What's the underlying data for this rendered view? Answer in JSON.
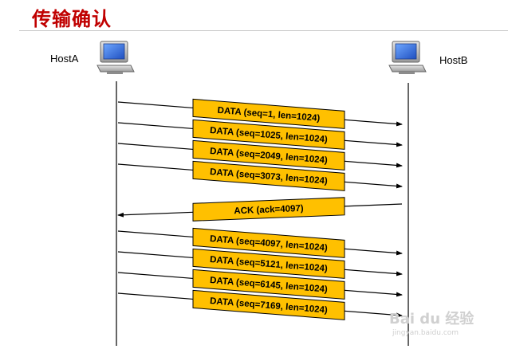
{
  "title": "传输确认",
  "hosts": {
    "a_label": "HostA",
    "b_label": "HostB"
  },
  "messages": [
    {
      "label": "DATA (seq=1, len=1024)",
      "direction": "A-to-B"
    },
    {
      "label": "DATA (seq=1025, len=1024)",
      "direction": "A-to-B"
    },
    {
      "label": "DATA (seq=2049, len=1024)",
      "direction": "A-to-B"
    },
    {
      "label": "DATA (seq=3073, len=1024)",
      "direction": "A-to-B"
    },
    {
      "label": "ACK (ack=4097)",
      "direction": "B-to-A"
    },
    {
      "label": "DATA (seq=4097, len=1024)",
      "direction": "A-to-B"
    },
    {
      "label": "DATA (seq=5121, len=1024)",
      "direction": "A-to-B"
    },
    {
      "label": "DATA (seq=6145, len=1024)",
      "direction": "A-to-B"
    },
    {
      "label": "DATA (seq=7169, len=1024)",
      "direction": "A-to-B"
    }
  ],
  "colors": {
    "title": "#c00000",
    "box_fill": "#ffc000",
    "box_stroke": "#000000",
    "line": "#000000"
  },
  "watermark": {
    "brand": "Bai du 经验",
    "sub": "jingyan.baidu.com"
  }
}
